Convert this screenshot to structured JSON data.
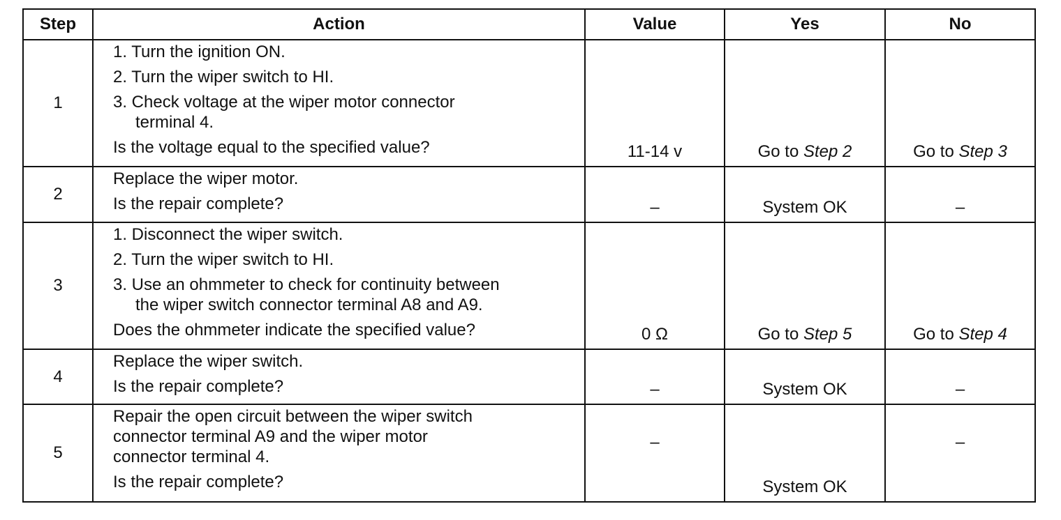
{
  "header": {
    "step": "Step",
    "action": "Action",
    "value": "Value",
    "yes": "Yes",
    "no": "No"
  },
  "rows": [
    {
      "step": "1",
      "action": [
        "1. Turn the ignition ON.",
        "2. Turn the wiper switch to HI.",
        "3. Check voltage at the wiper motor connector",
        "terminal 4.",
        "Is the voltage equal to the specified value?"
      ],
      "value": "11-14 v",
      "yes_prefix": "Go to ",
      "yes_step": "Step 2",
      "no_prefix": "Go to ",
      "no_step": "Step 3"
    },
    {
      "step": "2",
      "action": [
        "Replace the wiper motor.",
        "Is the repair complete?"
      ],
      "value": "–",
      "yes": "System OK",
      "no": "–"
    },
    {
      "step": "3",
      "action": [
        "1. Disconnect the wiper switch.",
        "2. Turn the wiper switch to HI.",
        "3. Use an ohmmeter to check for continuity between",
        "the wiper switch connector terminal A8 and A9.",
        "Does the ohmmeter indicate the specified value?"
      ],
      "value": "0 Ω",
      "yes_prefix": "Go to ",
      "yes_step": "Step 5",
      "no_prefix": "Go to ",
      "no_step": "Step 4"
    },
    {
      "step": "4",
      "action": [
        "Replace the wiper switch.",
        "Is the repair complete?"
      ],
      "value": "–",
      "yes": "System OK",
      "no": "–"
    },
    {
      "step": "5",
      "action": [
        "Repair the open circuit between the wiper switch",
        "connector terminal A9 and the wiper motor",
        "connector terminal 4.",
        "Is the repair complete?"
      ],
      "value": "–",
      "yes": "System OK",
      "no": "–"
    }
  ]
}
